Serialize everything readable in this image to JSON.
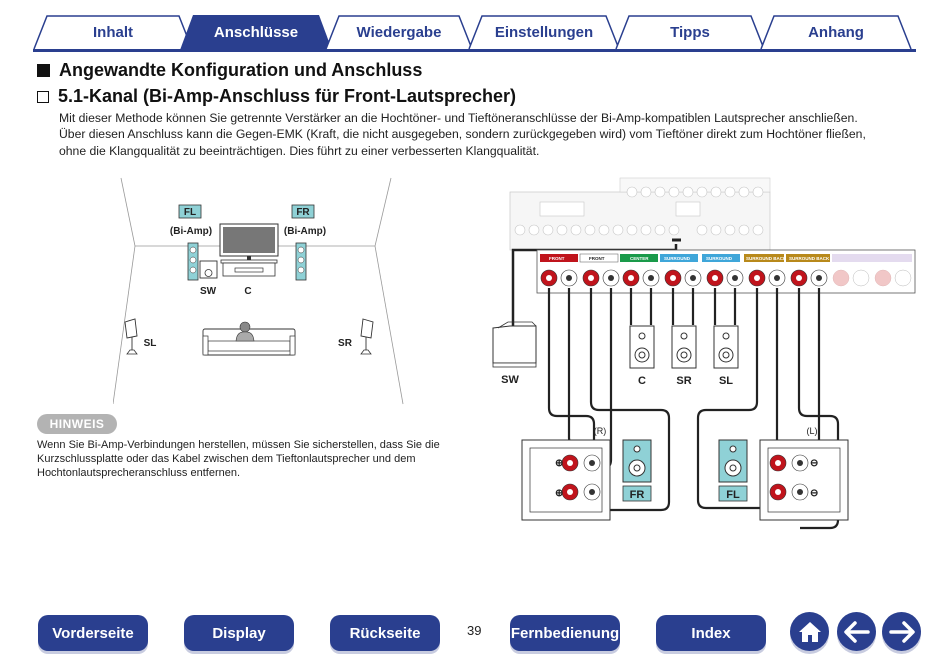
{
  "tabs": [
    {
      "label": "Inhalt",
      "active": false
    },
    {
      "label": "Anschlüsse",
      "active": true
    },
    {
      "label": "Wiedergabe",
      "active": false
    },
    {
      "label": "Einstellungen",
      "active": false
    },
    {
      "label": "Tipps",
      "active": false
    },
    {
      "label": "Anhang",
      "active": false
    }
  ],
  "heading": "Angewandte Konfiguration und Anschluss",
  "subheading": "5.1-Kanal (Bi-Amp-Anschluss für Front-Lautsprecher)",
  "intro_lines": [
    "Mit dieser Methode können Sie getrennte Verstärker an die Hochtöner- und Tieftöneranschlüsse der Bi-Amp-kompatiblen Lautsprecher anschließen.",
    "Über diesen Anschluss kann die Gegen-EMK (Kraft, die nicht ausgegeben, sondern zurückgegeben wird) vom Tieftöner direkt zum Hochtöner fließen,",
    "ohne die Klangqualität zu beeinträchtigen. Dies führt zu einer verbesserten Klangqualität."
  ],
  "room": {
    "fl": "FL",
    "fr": "FR",
    "fl_sub": "(Bi-Amp)",
    "fr_sub": "(Bi-Amp)",
    "sw": "SW",
    "c": "C",
    "sl": "SL",
    "sr": "SR"
  },
  "hinweis": {
    "badge": "HINWEIS",
    "lines": [
      "Wenn Sie Bi-Amp-Verbindungen herstellen, müssen Sie sicherstellen, dass Sie die",
      "Kurzschlussplatte oder das Kabel zwischen dem Tieftonlautsprecher und dem",
      "Hochtonlautsprecheranschluss entfernen."
    ]
  },
  "wiring": {
    "terminals": [
      "FRONT",
      "FRONT",
      "CENTER",
      "SURROUND",
      "SURROUND",
      "SURROUND BACK",
      "SURROUND BACK"
    ],
    "sw": "SW",
    "c": "C",
    "sr": "SR",
    "sl": "SL",
    "right": "(R)",
    "left": "(L)",
    "fr": "FR",
    "fl": "FL"
  },
  "nav": {
    "vorderseite": "Vorderseite",
    "display": "Display",
    "rueckseite": "Rückseite",
    "page": "39",
    "fernbedienung": "Fernbedienung",
    "index": "Index"
  },
  "colors": {
    "brand": "#2a3f8f",
    "speaker_box": "#8fd1d6",
    "terminal_red": "#c0141c"
  },
  "icons": [
    "home-icon",
    "arrow-left-icon",
    "arrow-right-icon"
  ]
}
